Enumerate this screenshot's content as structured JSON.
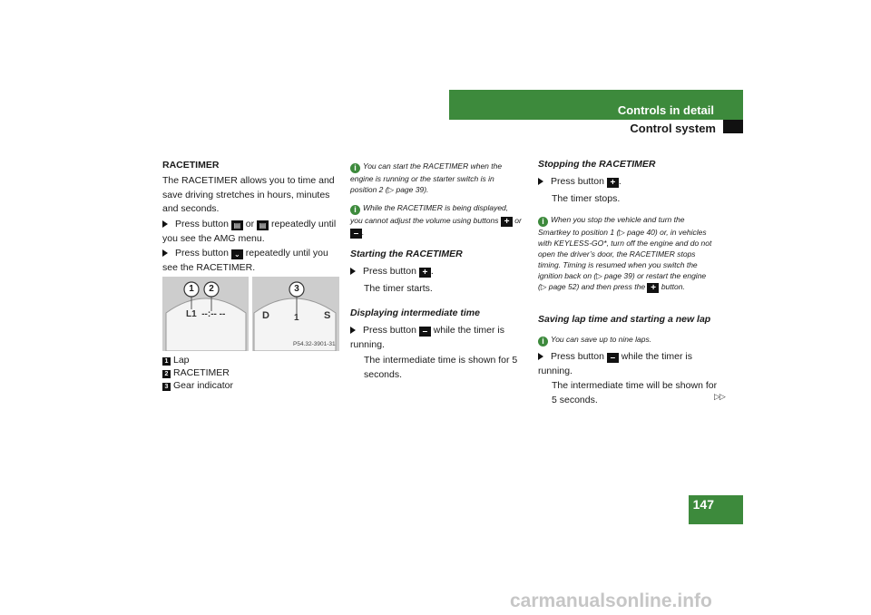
{
  "header": {
    "title": "Controls in detail",
    "subtitle": "Control system",
    "page_number": "147"
  },
  "col1": {
    "heading": "RACETIMER",
    "intro": "The RACETIMER allows you to time and save driving stretches in hours, minutes and seconds.",
    "step1_a": "Press button",
    "step1_or": "or",
    "step1_b": "repeatedly until you see the AMG menu.",
    "step2_a": "Press button",
    "step2_b": "repeatedly until you see the RACETIMER.",
    "figure": {
      "callouts": [
        "1",
        "2",
        "3"
      ],
      "left_readout": "L1  --:-- --",
      "gear_left": "D",
      "gear_mid": "1",
      "gear_right": "S",
      "code": "P54.32-3901-31"
    },
    "legend": [
      {
        "n": "1",
        "label": "Lap"
      },
      {
        "n": "2",
        "label": "RACETIMER"
      },
      {
        "n": "3",
        "label": "Gear indicator"
      }
    ]
  },
  "col2": {
    "note1": "You can start the RACETIMER when the engine is running or the starter switch is in position 2 (▷ page 39).",
    "note2_a": "While the RACETIMER is being displayed, you cannot adjust the volume using buttons",
    "note2_or": "or",
    "start_heading": "Starting the RACETIMER",
    "start_step": "Press button",
    "start_result": "The timer starts.",
    "inter_heading": "Displaying intermediate time",
    "inter_step_a": "Press button",
    "inter_step_b": "while the timer is running.",
    "inter_result": "The intermediate time is shown for 5 seconds."
  },
  "col3": {
    "stop_heading": "Stopping the RACETIMER",
    "stop_step": "Press button",
    "stop_result": "The timer stops.",
    "note3_a": "When you stop the vehicle and turn the Smartkey to position 1 (▷ page 40) or, in vehicles with KEYLESS-GO*, turn off the engine and do not open the driver’s door, the RACETIMER stops timing. Timing is resumed when you switch the ignition back on (▷ page 39) or restart the engine (▷ page 52) and then press the",
    "note3_b": "button.",
    "lap_heading": "Saving lap time and starting a new lap",
    "note4": "You can save up to nine laps.",
    "lap_step_a": "Press button",
    "lap_step_b": "while the timer is running.",
    "lap_result": "The intermediate time will be shown for 5 seconds.",
    "continue_marker": "▷▷"
  },
  "keys": {
    "plus": "+",
    "minus": "–"
  },
  "watermark": "carmanualsonline.info",
  "colors": {
    "accent": "#3d8a3c",
    "text": "#1a1a1a"
  }
}
